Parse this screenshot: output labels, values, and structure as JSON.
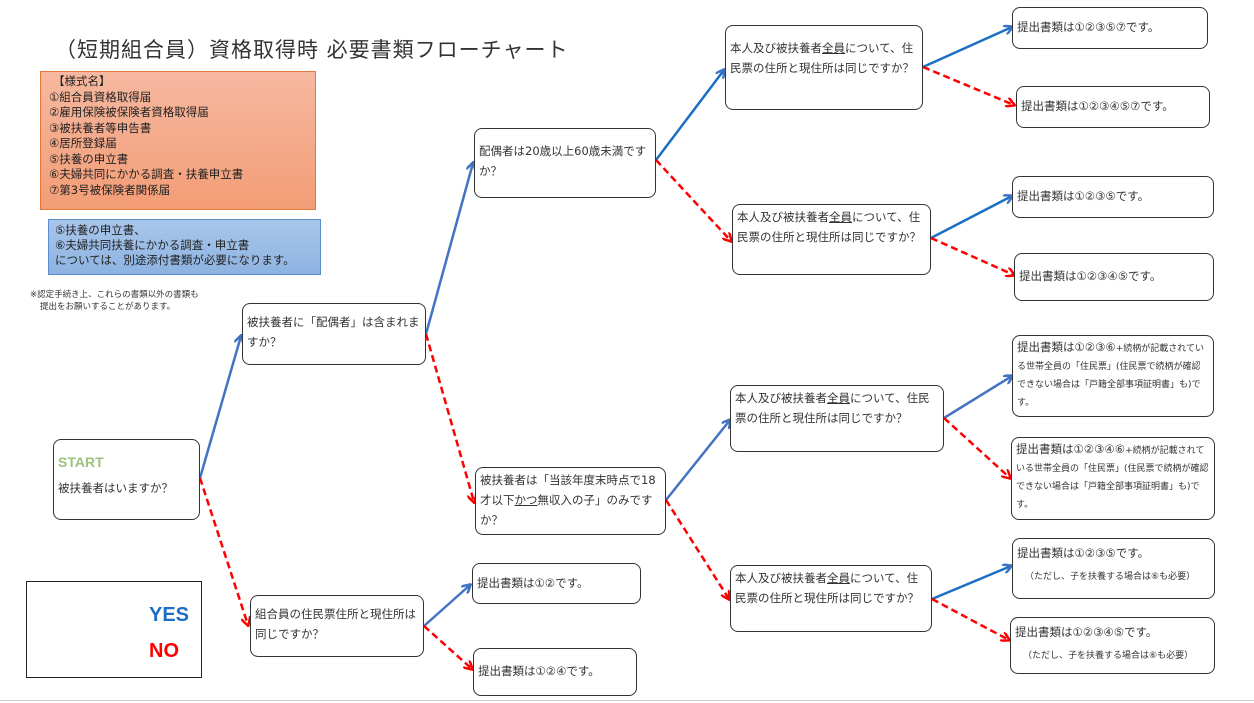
{
  "title": "（短期組合員）資格取得時 必要書類フローチャート",
  "forms_legend": {
    "heading": "【様式名】",
    "items": [
      "①組合員資格取得届",
      "②雇用保険被保険者資格取得届",
      "③被扶養者等申告書",
      "④居所登録届",
      "⑤扶養の申立書",
      "⑥夫婦共同にかかる調査・扶養申立書",
      "⑦第3号被保険者関係届"
    ]
  },
  "attachment_note": {
    "lines": [
      "⑤扶養の申立書、",
      "⑥夫婦共同扶養にかかる調査・申立書",
      "については、別途添付書類が必要になります。"
    ]
  },
  "footnote": {
    "line1": "※認定手続き上、これらの書類以外の書類も",
    "line2": "提出をお願いすることがあります。"
  },
  "legend_key": {
    "yes_label": "YES",
    "no_label": "NO",
    "yes_color": "#1a6fc4",
    "no_color": "#ff0000"
  },
  "nodes": {
    "start": {
      "label": "START",
      "question": "被扶養者はいますか？"
    },
    "spouse_q": {
      "question": "被扶養者に「配偶者」は含まれますか？"
    },
    "address_member_q": {
      "question": "組合員の住民票住所と現住所は同じですか？"
    },
    "age_q": {
      "question": "配偶者は20歳以上60歳未満ですか？"
    },
    "child_q": {
      "pre": "被扶養者は「当該年度末時点で18才以下",
      "underline": "かつ",
      "post": "無収入の子」のみですか？"
    },
    "all_addr_q1": {
      "pre": "本人及び被扶養者",
      "underline": "全員",
      "post": "について、住民票の住所と現住所は同じですか？"
    },
    "all_addr_q2": {
      "pre": "本人及び被扶養者",
      "underline": "全員",
      "post": "について、住民票の住所と現住所は同じですか？"
    },
    "all_addr_q3": {
      "pre": "本人及び被扶養者",
      "underline": "全員",
      "post": "について、住民票の住所と現住所は同じですか？"
    },
    "all_addr_q4": {
      "pre": "本人及び被扶養者",
      "underline": "全員",
      "post": "について、住民票の住所と現住所は同じですか？"
    }
  },
  "results": {
    "r_12": "提出書類は①②です。",
    "r_124": "提出書類は①②④です。",
    "r_12357": "提出書類は①②③⑤⑦です。",
    "r_123457": "提出書類は①②③④⑤⑦です。",
    "r_1235": "提出書類は①②③⑤です。",
    "r_12345": "提出書類は①②③④⑤です。",
    "r_1236": {
      "main": "提出書類は①②③⑥",
      "detail": "+続柄が記載されている世帯全員の「住民票」(住民票で続柄が確認できない場合は「戸籍全部事項証明書」も)です。"
    },
    "r_12346": {
      "main": "提出書類は①②③④⑥",
      "detail": "+続柄が記載されている世帯全員の「住民票」(住民票で続柄が確認できない場合は「戸籍全部事項証明書」も)です。"
    },
    "r_1235_child": {
      "main": "提出書類は①②③⑤です。",
      "note": "（ただし、子を扶養する場合は⑥も必要）"
    },
    "r_12345_child": {
      "main": "提出書類は①②③④⑤です。",
      "note": "（ただし、子を扶養する場合は⑥も必要）"
    }
  }
}
